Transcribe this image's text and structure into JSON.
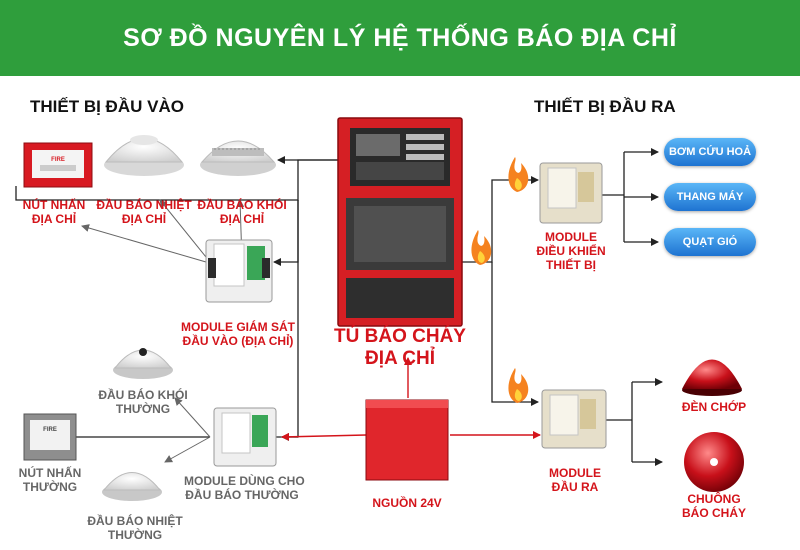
{
  "title": "SƠ ĐỒ NGUYÊN LÝ HỆ THỐNG BÁO ĐỊA CHỈ",
  "inputs_heading": "THIẾT BỊ ĐẦU VÀO",
  "outputs_heading": "THIẾT BỊ ĐẦU RA",
  "devices": {
    "manual_call_point_addr": [
      "NÚT NHẤN",
      "ĐỊA CHỈ"
    ],
    "heat_detector_addr": [
      "ĐẦU BÁO NHIỆT",
      "ĐỊA CHỈ"
    ],
    "smoke_detector_addr": [
      "ĐẦU BÁO KHÓI",
      "ĐỊA CHỈ"
    ],
    "monitor_module": [
      "MODULE GIÁM SÁT",
      "ĐẦU VÀO (ĐỊA CHỈ)"
    ],
    "smoke_detector_conv": [
      "ĐẦU BÁO KHÓI",
      "THƯỜNG"
    ],
    "manual_call_point_conv": [
      "NÚT NHẤN",
      "THƯỜNG"
    ],
    "conv_zone_module": [
      "MODULE DÙNG CHO",
      "ĐẦU BÁO THƯỜNG"
    ],
    "heat_detector_conv": [
      "ĐẦU BÁO NHIỆT",
      "THƯỜNG"
    ],
    "fire_panel": [
      "TỦ BÁO CHÁY",
      "ĐỊA CHỈ"
    ],
    "power_supply": "NGUỒN 24V",
    "control_module": [
      "MODULE",
      "ĐIỀU KHIỂN",
      "THIẾT BỊ"
    ],
    "output_module": [
      "MODULE",
      "ĐẦU RA"
    ],
    "strobe": "ĐÈN CHỚP",
    "bell": [
      "CHUÔNG",
      "BÁO CHÁY"
    ]
  },
  "controlled_equipment": [
    "BƠM CỨU HOẢ",
    "THANG MÁY",
    "QUẠT GIÓ"
  ],
  "colors": {
    "banner": "#2f9e3c",
    "accent_red": "#d4141b",
    "pill_blue": "#2b86e0"
  }
}
